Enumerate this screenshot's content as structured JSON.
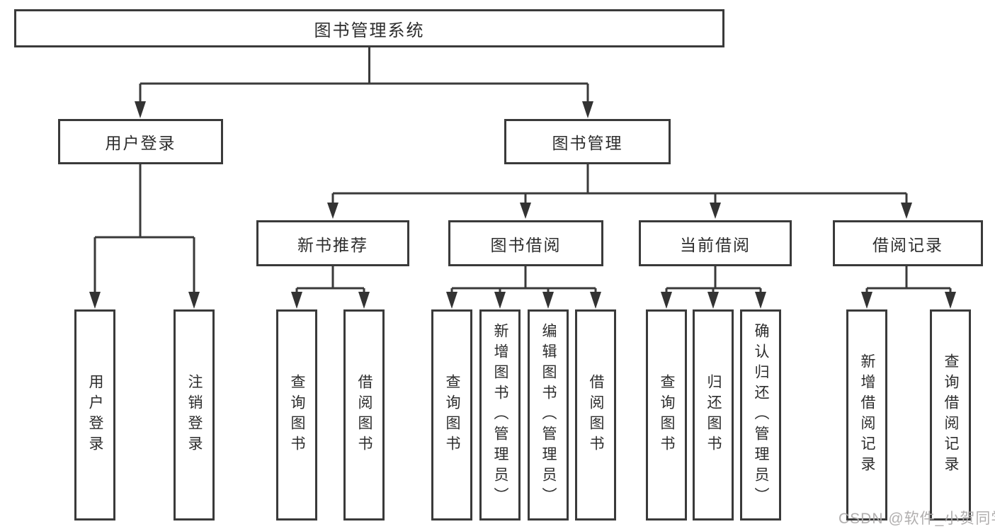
{
  "tree": {
    "root": {
      "label": "图书管理系统"
    },
    "branches": [
      {
        "label": "用户登录",
        "leaves": [
          {
            "label": "用户登录"
          },
          {
            "label": "注销登录"
          }
        ]
      },
      {
        "label": "图书管理",
        "groups": [
          {
            "label": "新书推荐",
            "leaves": [
              {
                "label": "查询图书"
              },
              {
                "label": "借阅图书"
              }
            ]
          },
          {
            "label": "图书借阅",
            "leaves": [
              {
                "label": "查询图书"
              },
              {
                "label": "新增图书（管理员）"
              },
              {
                "label": "编辑图书（管理员）"
              },
              {
                "label": "借阅图书"
              }
            ]
          },
          {
            "label": "当前借阅",
            "leaves": [
              {
                "label": "查询图书"
              },
              {
                "label": "归还图书"
              },
              {
                "label": "确认归还（管理员）"
              }
            ]
          },
          {
            "label": "借阅记录",
            "leaves": [
              {
                "label": "新增借阅记录"
              },
              {
                "label": "查询借阅记录"
              }
            ]
          }
        ]
      }
    ]
  },
  "watermark": {
    "text": "CSDN @软件_小贺同学"
  },
  "colors": {
    "line": "#3a3a3a",
    "arrow": "#333333",
    "text": "#2d2d2d",
    "box_background": "#ffffff",
    "page_background": "#ffffff",
    "watermark": "#acaaaa"
  }
}
